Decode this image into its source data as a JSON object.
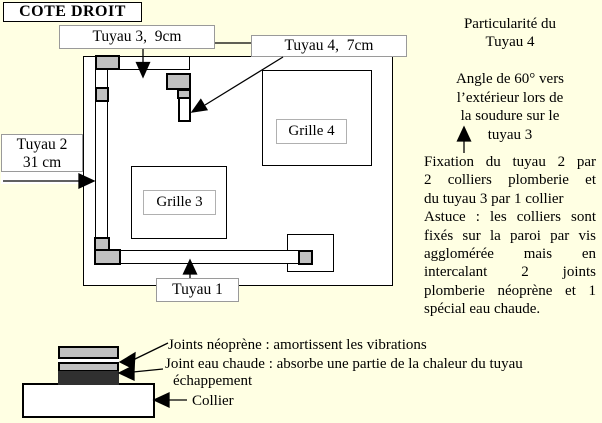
{
  "title": "COTE DROIT",
  "colors": {
    "page_bg": "#FFFFE3",
    "elbow_gray": "#C0C0C0",
    "joint_dark": "#303030",
    "label_border": "#9A9A9A"
  },
  "diagram": {
    "tuyau3_label": "Tuyau 3,  9cm",
    "tuyau4_label": "Tuyau 4,  7cm",
    "tuyau2_label_line1": "Tuyau 2",
    "tuyau2_label_line2": "31 cm",
    "tuyau1_label": "Tuyau 1",
    "grille3_label": "Grille 3",
    "grille4_label": "Grille 4"
  },
  "right_column": {
    "heading_lines": [
      "Particularité du",
      "Tuyau 4"
    ],
    "note_lines": [
      "Angle de 60° vers",
      "l’extérieur lors de",
      "la soudure sur le",
      "tuyau 3"
    ],
    "paragraph_lines": [
      {
        "text": "Fixation du tuyau 2 par",
        "style": "just"
      },
      {
        "text": "2 colliers plomberie et",
        "style": "just"
      },
      {
        "text": "du tuyau 3 par 1 collier",
        "style": "plain"
      },
      {
        "text": "Astuce : les colliers sont",
        "style": "just"
      },
      {
        "text": "fixés sur la paroi par vis",
        "style": "just"
      },
      {
        "text": "agglomérée mais en",
        "style": "just"
      },
      {
        "text": "intercalant 2 joints",
        "style": "just"
      },
      {
        "text": "plomberie néoprène et 1",
        "style": "just"
      },
      {
        "text": "spécial eau chaude.",
        "style": "plain"
      }
    ]
  },
  "cross_section": {
    "joints_neoprene_label": "Joints néoprène : amortissent les vibrations",
    "joint_eau_chaude_line1": "Joint eau chaude : absorbe une partie de la chaleur du tuyau",
    "joint_eau_chaude_line2": "échappement",
    "collier_label": "Collier"
  }
}
